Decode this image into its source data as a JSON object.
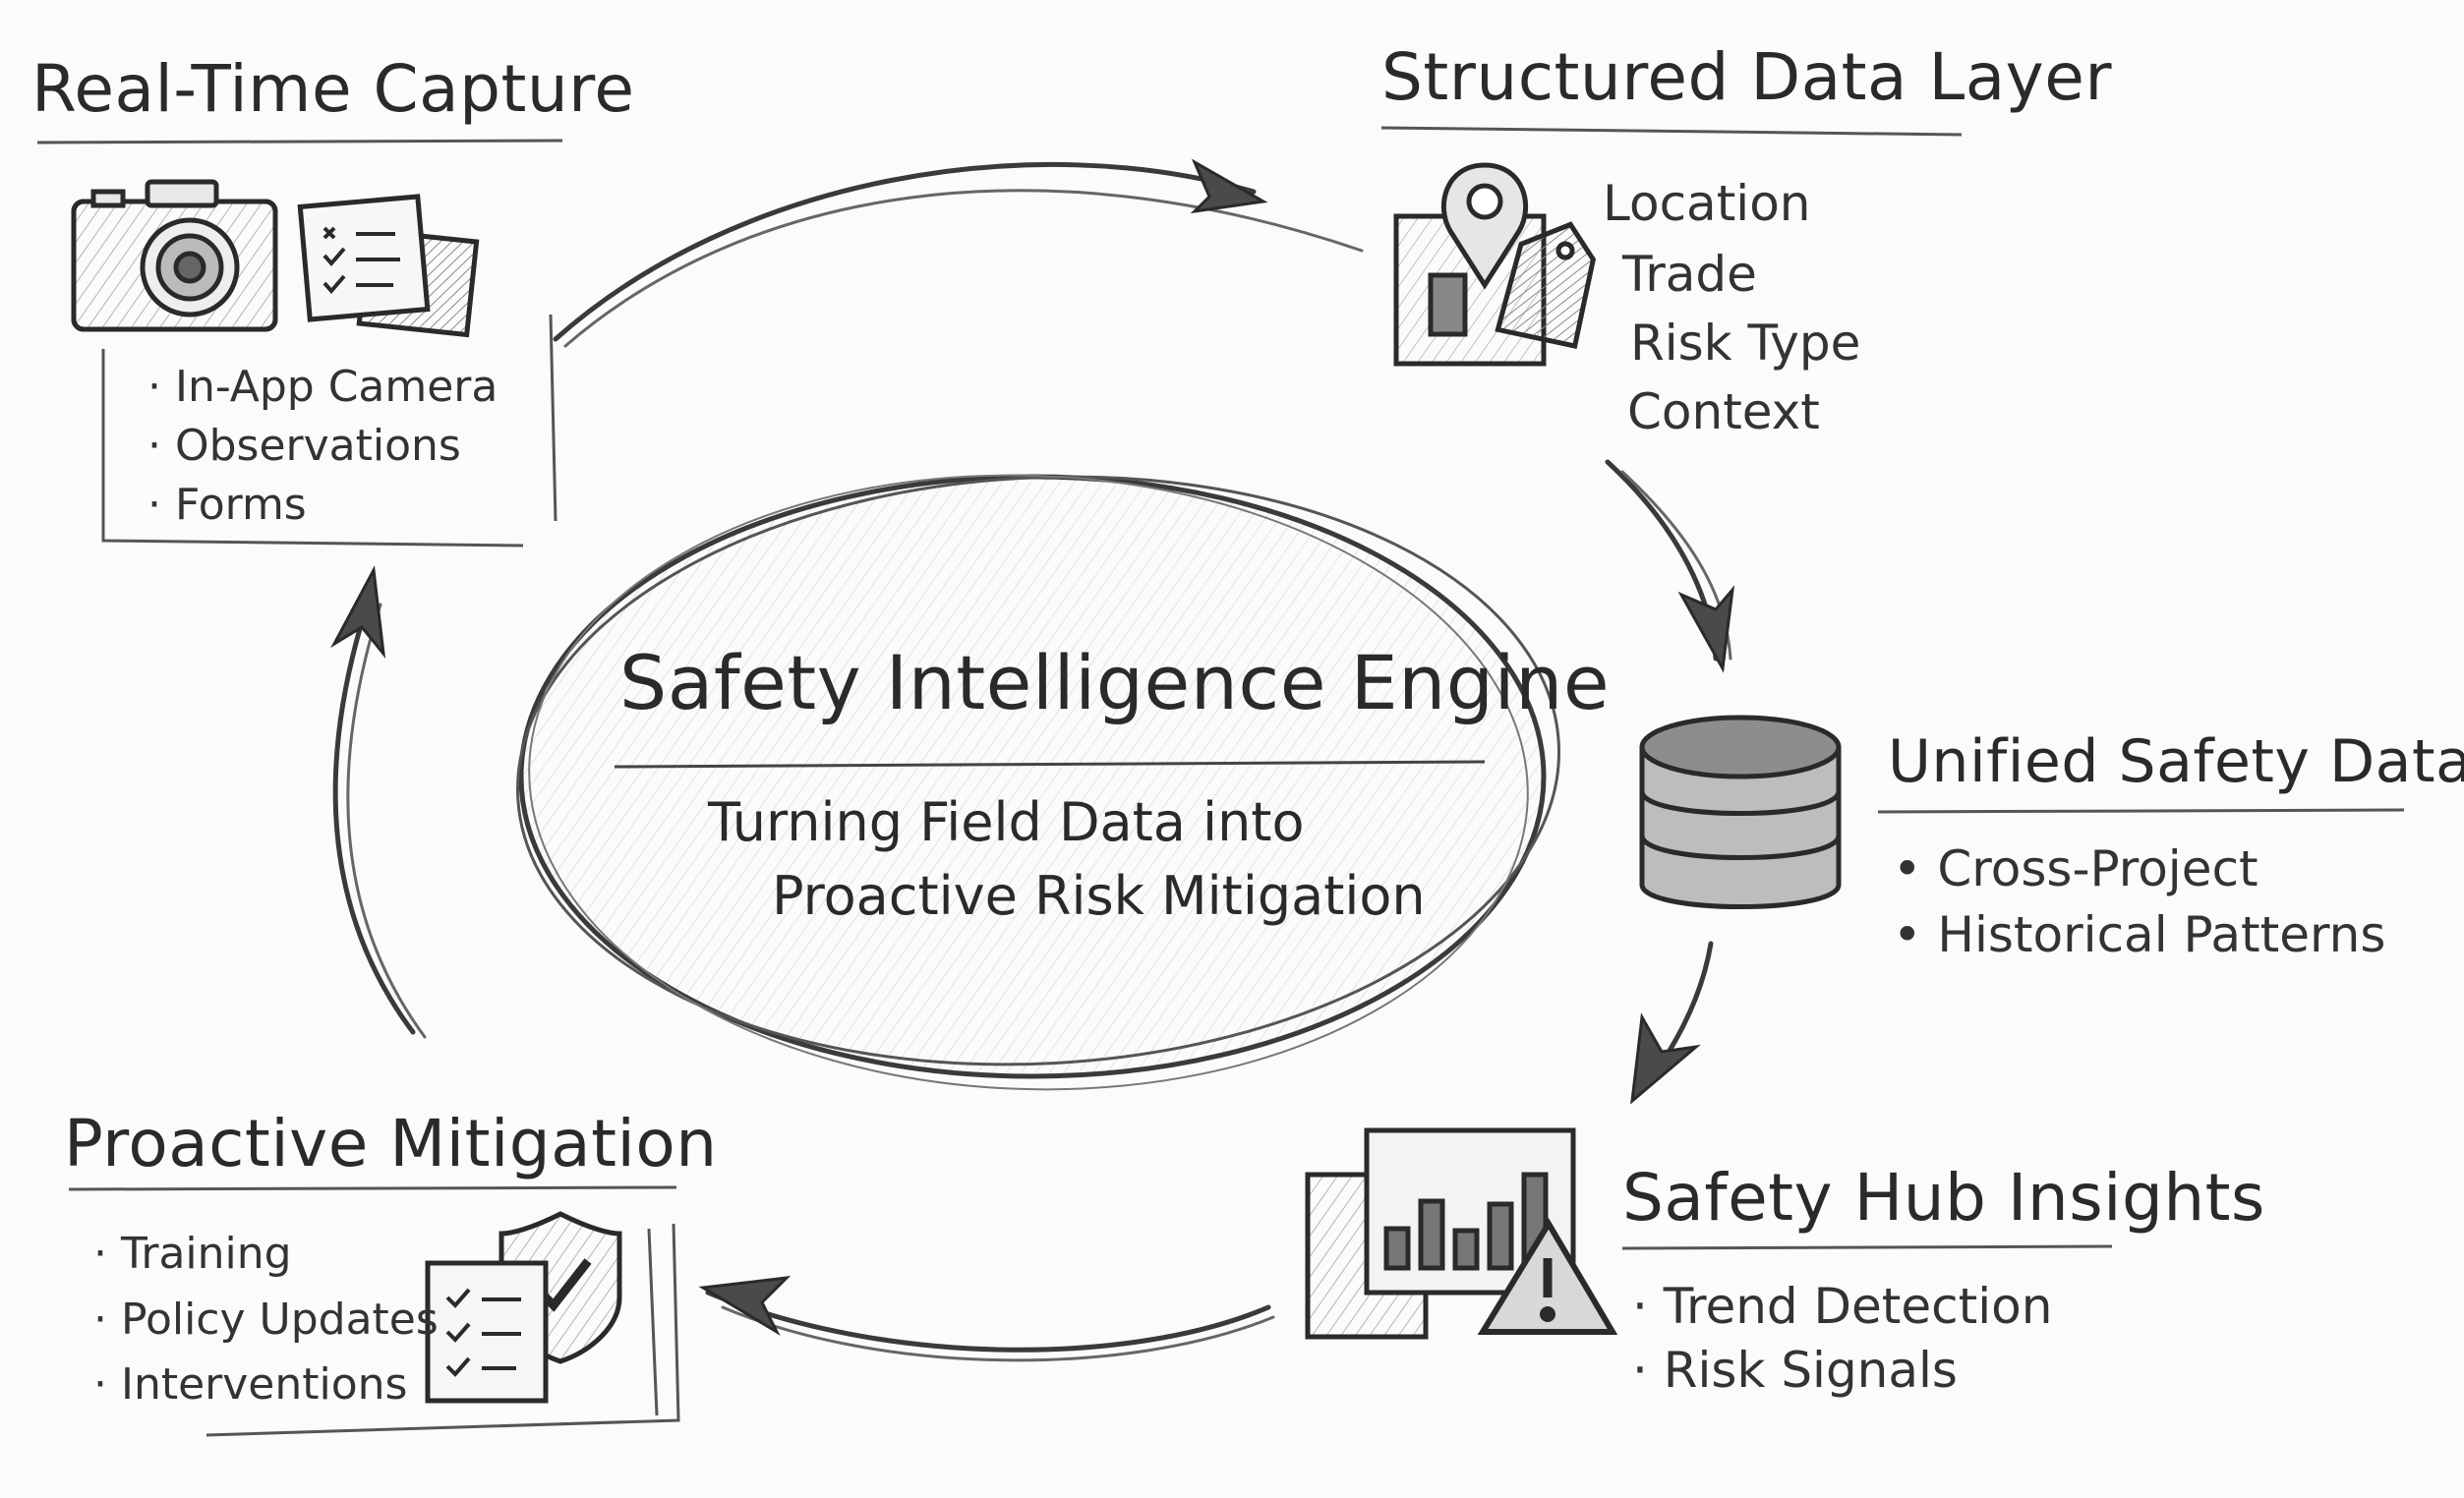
{
  "center": {
    "title": "Safety Intelligence Engine",
    "subtitle_line1": "Turning Field Data into",
    "subtitle_line2": "Proactive Risk Mitigation"
  },
  "capture": {
    "title": "Real-Time Capture",
    "items": [
      "· In-App Camera",
      "· Observations",
      "· Forms"
    ]
  },
  "structured": {
    "title": "Structured Data Layer",
    "items": [
      "Location",
      "Trade",
      "Risk Type",
      "Context"
    ]
  },
  "dataset": {
    "title": "Unified Safety Dataset",
    "items": [
      "• Cross-Project",
      "• Historical Patterns"
    ]
  },
  "insights": {
    "title": "Safety Hub Insights",
    "items": [
      "· Trend Detection",
      "· Risk Signals"
    ]
  },
  "mitigation": {
    "title": "Proactive Mitigation",
    "items": [
      "· Training",
      "· Policy Updates",
      "· Interventions"
    ]
  },
  "colors": {
    "ink": "#2a2a2a",
    "pencil": "#555555",
    "hatch": "#9a9a9a",
    "paper": "#fbfbf9"
  },
  "icons": [
    "camera-icon",
    "checklist-icon",
    "map-pin-icon",
    "tag-icon",
    "database-icon",
    "bar-chart-icon",
    "warning-icon",
    "shield-check-icon"
  ]
}
